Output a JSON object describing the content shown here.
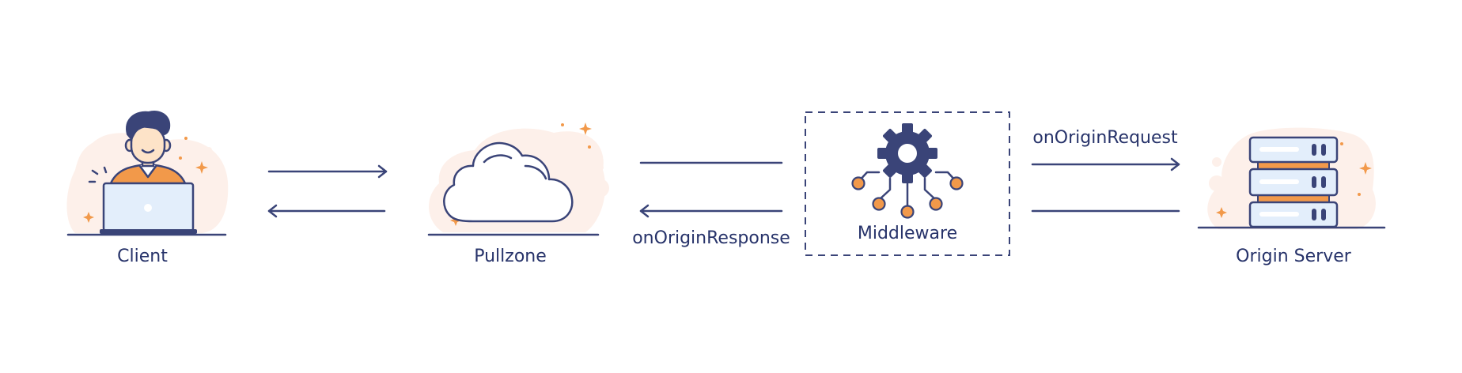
{
  "nodes": {
    "client": "Client",
    "pullzone": "Pullzone",
    "middleware": "Middleware",
    "origin": "Origin Server"
  },
  "edges": {
    "on_origin_request": "onOriginRequest",
    "on_origin_response": "onOriginResponse"
  },
  "colors": {
    "ink": "#27336a",
    "line": "#3a4478",
    "accent_orange": "#f2994a",
    "blob_pink": "#fdf0ea",
    "panel_blue": "#e3eefb"
  },
  "icons": {
    "client": "person-with-laptop-icon",
    "pullzone": "cloud-icon",
    "middleware": "gear-network-icon",
    "origin": "server-rack-icon"
  }
}
